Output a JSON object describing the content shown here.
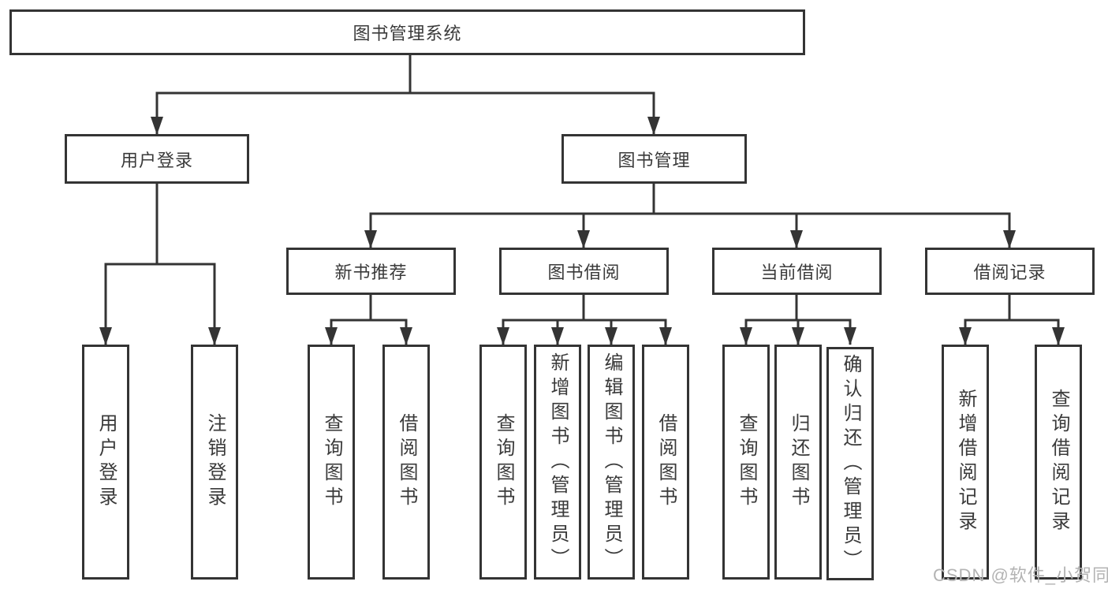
{
  "tree": {
    "label": "图书管理系统",
    "children": [
      {
        "label": "用户登录",
        "children": [
          {
            "label": "用户登录"
          },
          {
            "label": "注销登录"
          }
        ]
      },
      {
        "label": "图书管理",
        "children": [
          {
            "label": "新书推荐",
            "children": [
              {
                "label": "查询图书"
              },
              {
                "label": "借阅图书"
              }
            ]
          },
          {
            "label": "图书借阅",
            "children": [
              {
                "label": "查询图书"
              },
              {
                "label": "新增图书（管理员）"
              },
              {
                "label": "编辑图书（管理员）"
              },
              {
                "label": "借阅图书"
              }
            ]
          },
          {
            "label": "当前借阅",
            "children": [
              {
                "label": "查询图书"
              },
              {
                "label": "归还图书"
              },
              {
                "label": "确认归还（管理员）"
              }
            ]
          },
          {
            "label": "借阅记录",
            "children": [
              {
                "label": "新增借阅记录"
              },
              {
                "label": "查询借阅记录"
              }
            ]
          }
        ]
      }
    ]
  },
  "watermark": {
    "text": "CSDN @软件_小贺同学"
  },
  "colors": {
    "line": "#343434",
    "box_border": "#343434",
    "text": "#3a3a3a",
    "watermark": "#b3b3b3",
    "background": "#ffffff"
  }
}
